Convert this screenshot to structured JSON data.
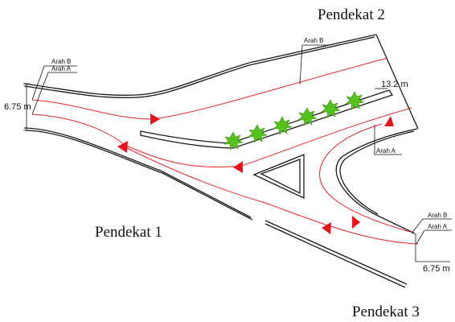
{
  "approaches": {
    "p1": "Pendekat 1",
    "p2": "Pendekat 2",
    "p3": "Pendekat 3"
  },
  "directions": {
    "a": "Arah A",
    "b": "Arah B"
  },
  "dimensions": {
    "width_left": "6.75 m",
    "width_right": "6.75 m",
    "median_length": "13.2 m"
  },
  "colors": {
    "road_edge": "#1a1a1a",
    "lane_line": "#e8262b",
    "arrow": "#e8141a",
    "tree": "#55c21b"
  },
  "icons": {
    "tree": "tree-icon",
    "arrow": "direction-arrow-icon"
  }
}
